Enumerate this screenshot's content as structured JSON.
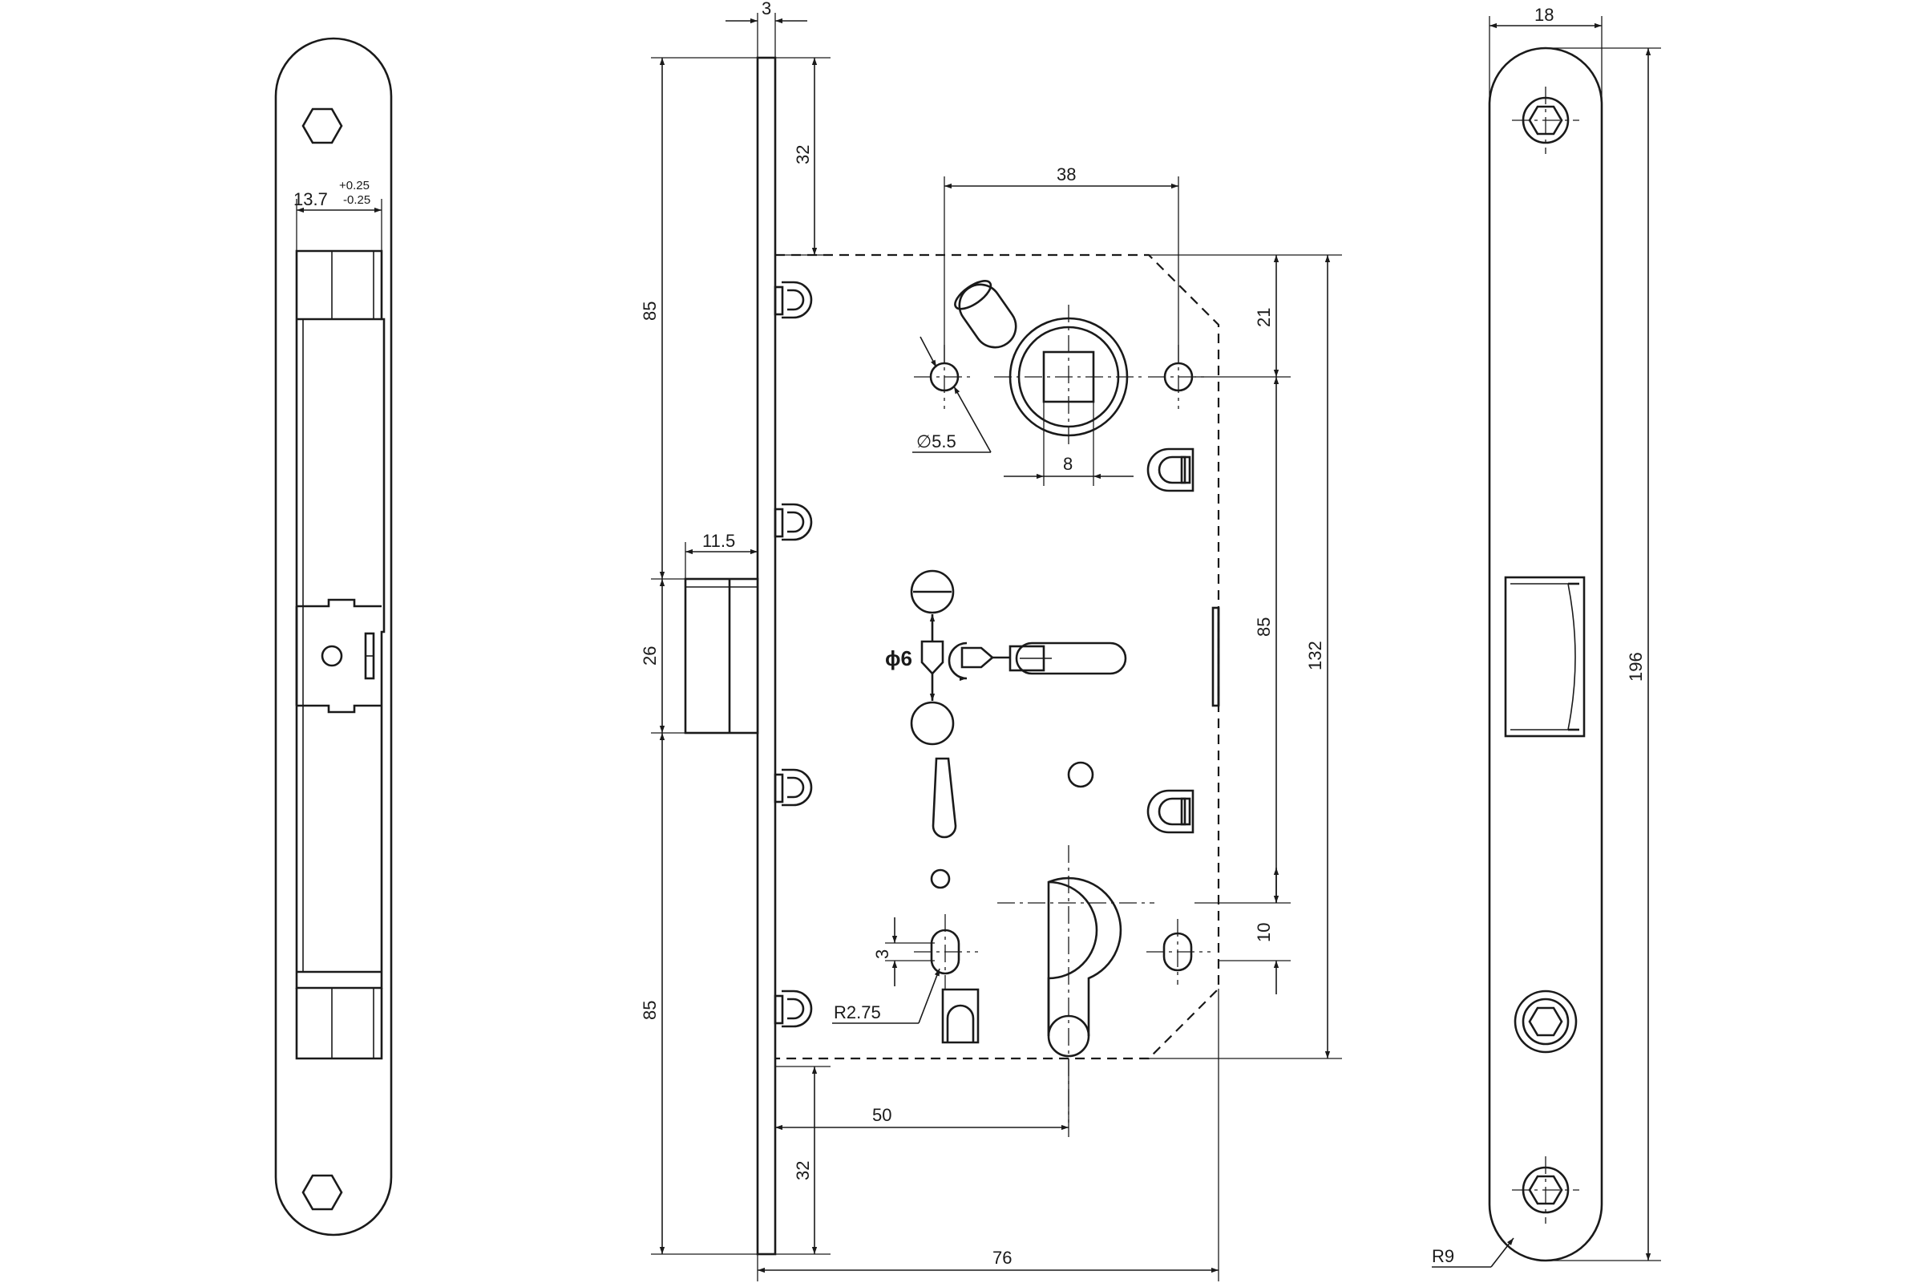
{
  "dimensions": {
    "plate_thickness": "3",
    "top_margin": "32",
    "bottom_margin": "32",
    "upper_to_latch": "85",
    "lower_from_latch": "85",
    "latch_height": "26",
    "latch_projection": "11.5",
    "spindle_to_screw": "38",
    "screw_hole_dia": "∅5.5",
    "square_spindle": "8",
    "spindle_from_top": "21",
    "spindle_to_cylinder": "85",
    "case_height": "132",
    "cylinder_offset": "10",
    "backset": "50",
    "case_depth": "76",
    "slot_width": "3",
    "slot_radius": "R2.75",
    "forend_width": "18",
    "forend_length": "196",
    "forend_radius": "R9",
    "forend_body_width": "13.7",
    "tolerance_plus": "+0.25",
    "tolerance_minus": "-0.25",
    "handing_dia": "ϕ6"
  },
  "colors": {
    "line": "#1a1a1a",
    "background": "#ffffff"
  },
  "icons": [
    "hex-socket-icon",
    "reversible-latch-icon",
    "rotate-arrow-icon"
  ]
}
